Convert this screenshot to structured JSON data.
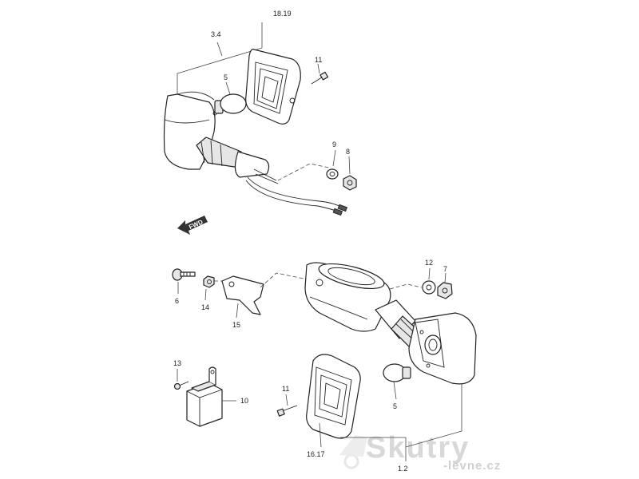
{
  "callouts": {
    "c_3_4": "3.4",
    "c_18_19": "18.19",
    "c_5_top": "5",
    "c_11_top": "11",
    "c_9": "9",
    "c_8": "8",
    "c_6": "6",
    "c_14": "14",
    "c_15": "15",
    "c_12": "12",
    "c_7": "7",
    "c_13": "13",
    "c_10": "10",
    "c_11_bottom": "11",
    "c_5_bottom": "5",
    "c_16_17": "16.17",
    "c_1_2": "1.2"
  },
  "fwd_label": "FWD",
  "watermark": {
    "brand": "Skutry",
    "sub": "-levne.cz"
  },
  "colors": {
    "line": "#222222",
    "part_fill": "#e6e6e6",
    "watermark": "#d8d8d8"
  }
}
